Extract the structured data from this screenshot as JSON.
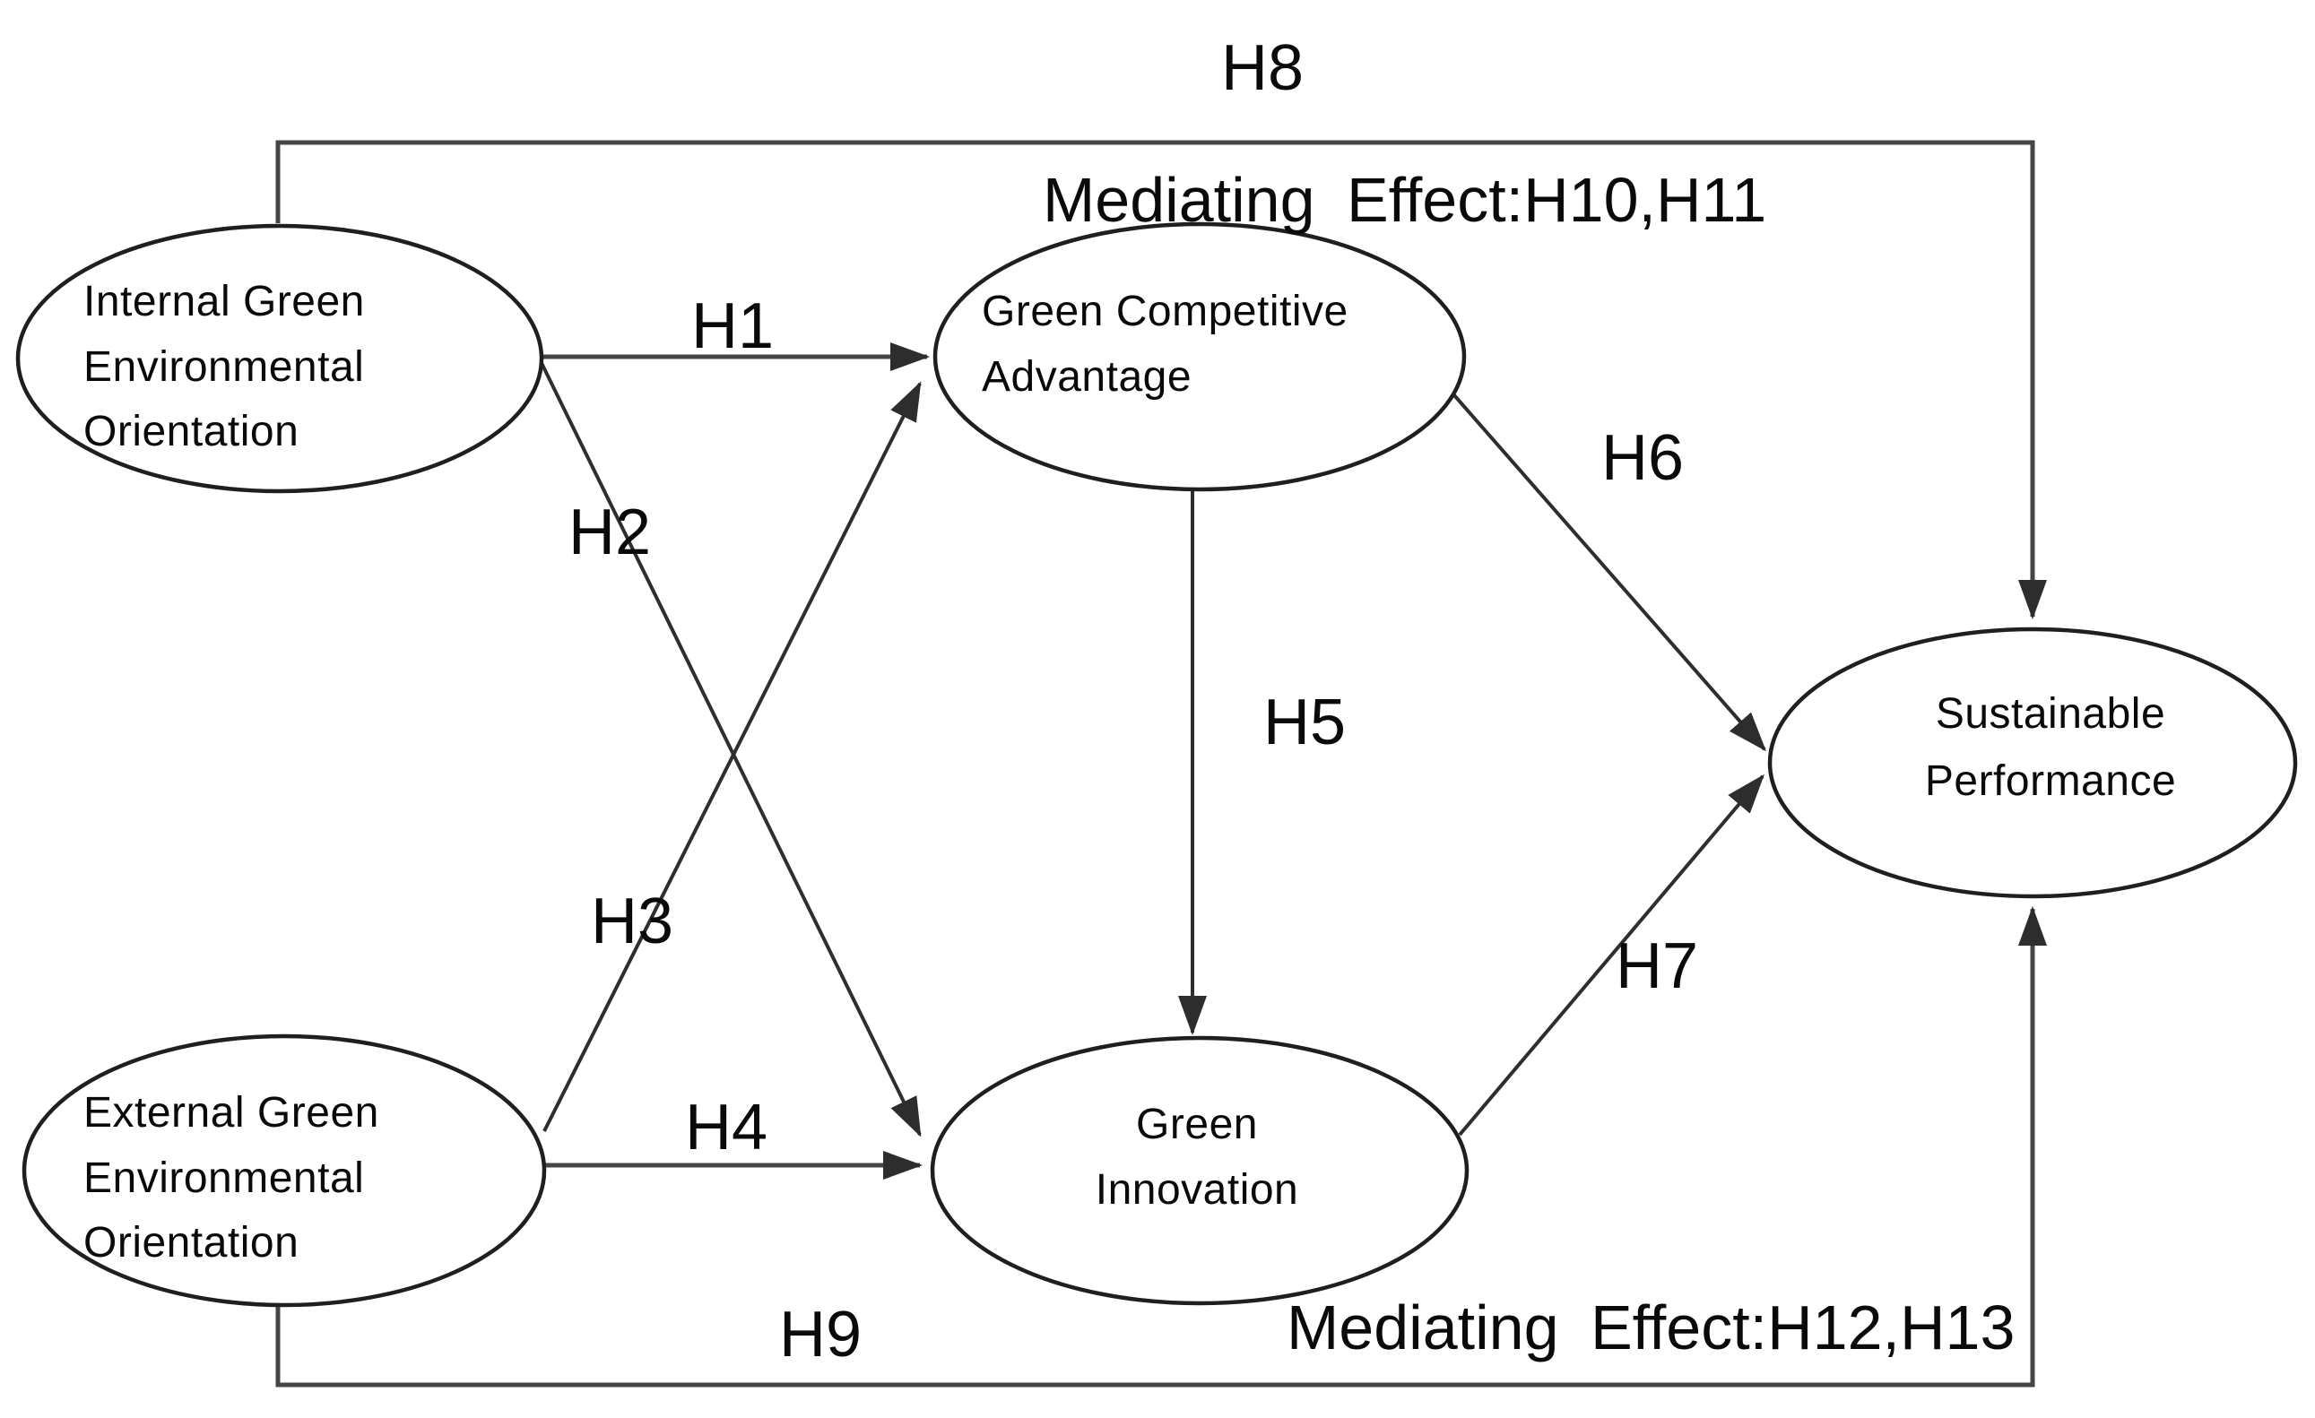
{
  "figure": {
    "type": "structural-model-diagram",
    "description": "Hypothesized research model linking green environmental orientations, green competitive advantage, green innovation and sustainable performance"
  },
  "nodes": [
    {
      "id": "igeo",
      "lines": [
        "Internal Green",
        "Environmental",
        "Orientation"
      ]
    },
    {
      "id": "egeo",
      "lines": [
        "External Green",
        "Environmental",
        "Orientation"
      ]
    },
    {
      "id": "gca",
      "lines": [
        "Green Competitive",
        "Advantage"
      ]
    },
    {
      "id": "gi",
      "lines": [
        "Green",
        "Innovation"
      ]
    },
    {
      "id": "sp",
      "lines": [
        "Sustainable",
        "Performance"
      ]
    }
  ],
  "edges": [
    {
      "label": "H1",
      "from": "Internal Green Environmental Orientation",
      "to": "Green Competitive Advantage"
    },
    {
      "label": "H2",
      "from": "Internal Green Environmental Orientation",
      "to": "Green Innovation"
    },
    {
      "label": "H3",
      "from": "External Green Environmental Orientation",
      "to": "Green Competitive Advantage"
    },
    {
      "label": "H4",
      "from": "External Green Environmental Orientation",
      "to": "Green Innovation"
    },
    {
      "label": "H5",
      "from": "Green Competitive Advantage",
      "to": "Green Innovation"
    },
    {
      "label": "H6",
      "from": "Green Competitive Advantage",
      "to": "Sustainable Performance"
    },
    {
      "label": "H7",
      "from": "Green Innovation",
      "to": "Sustainable Performance"
    },
    {
      "label": "H8",
      "from": "Internal Green Environmental Orientation",
      "to": "Sustainable Performance"
    },
    {
      "label": "H9",
      "from": "External Green Environmental Orientation",
      "to": "Sustainable Performance"
    }
  ],
  "annotations": {
    "mediating_top": "Mediating Effect:H10,H11",
    "mediating_bottom": "Mediating Effect:H12,H13"
  },
  "colors": {
    "background": "#ffffff",
    "ellipse_stroke": "#1f1f1f",
    "connector": "#454545",
    "text": "#0a0a0a"
  }
}
